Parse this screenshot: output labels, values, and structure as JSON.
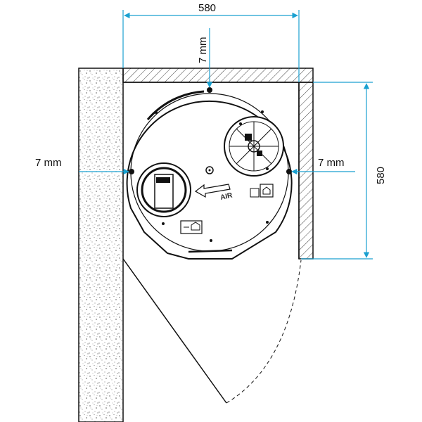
{
  "dimensions": {
    "width_value": "580",
    "height_value": "580",
    "gap_top": "7 mm",
    "gap_left": "7 mm",
    "gap_right": "7 mm"
  },
  "unit_labels": {
    "air": "AIR"
  },
  "colors": {
    "dimension_line": "#1aa0d0",
    "outline": "#111111",
    "hatch": "#444444",
    "concrete_dots": "#555555"
  },
  "icons": [
    "house-outlet-icon",
    "house-inlet-icon",
    "air-flow-arrow-icon",
    "fan-impeller-icon"
  ]
}
